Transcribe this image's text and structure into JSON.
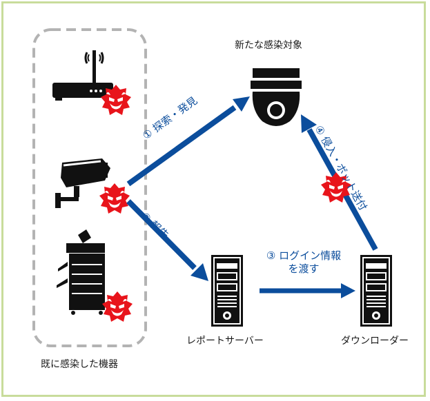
{
  "labels": {
    "new_target": "新たな感染対象",
    "infected_devices": "既に感染した機器",
    "report_server": "レポートサーバー",
    "downloader": "ダウンローダー"
  },
  "steps": {
    "step1": "① 探索・発見",
    "step2": "② 報告",
    "step3_line1": "③ ログイン情報",
    "step3_line2": "を渡す",
    "step4": "④ 侵入・ボット送付"
  },
  "colors": {
    "arrow": "#0b4d9c",
    "frame": "#c8dc9b",
    "dashed_box": "#b3b3b3",
    "virus": "#e8141b",
    "device": "#111111"
  },
  "icons": [
    "router-icon",
    "security-camera-icon",
    "printer-icon",
    "dome-camera-icon",
    "server-icon",
    "virus-icon"
  ]
}
